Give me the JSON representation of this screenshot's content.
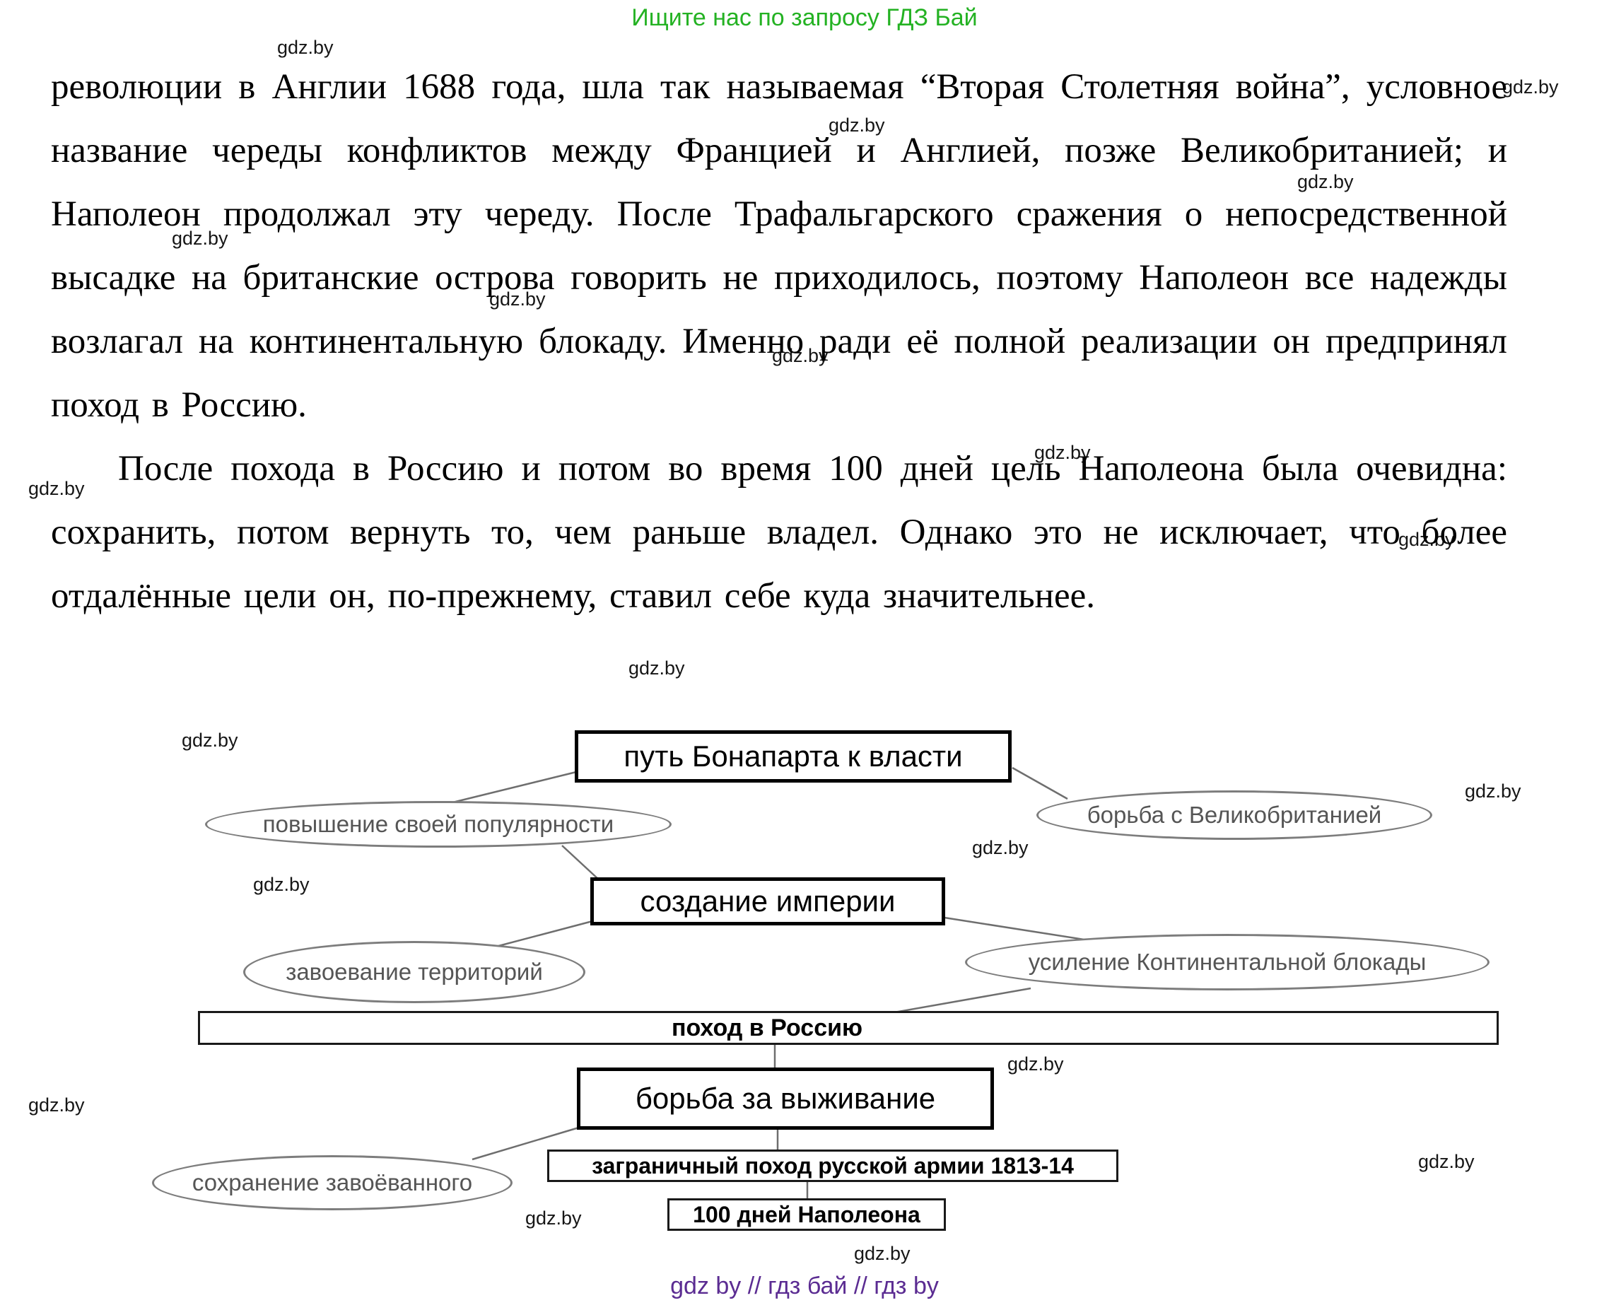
{
  "header": {
    "promo": "Ищите нас по запросу ГДЗ Бай"
  },
  "watermark": {
    "text": "gdz.by"
  },
  "body": {
    "paragraph1": "революции в Англии 1688 года, шла так называемая “Вторая Столетняя война”, условное название череды конфликтов между Францией и Англией, позже Великобританией; и Наполеон продолжал эту череду. После Трафальгарского сражения о непосредственной высадке на британские острова говорить не приходилось, поэтому Наполеон все надежды возлагал на континентальную блокаду. Именно ради её полной реализации он предпринял поход в Россию.",
    "paragraph2": "После похода в Россию и потом во время 100 дней цель Наполеона была очевидна: сохранить, потом вернуть то, чем раньше владел. Однако это не исключает, что более отдалённые цели он, по-прежнему, ставил себе куда значительнее."
  },
  "diagram": {
    "nodes": {
      "path_to_power": {
        "label": "путь Бонапарта к власти"
      },
      "popularity": {
        "label": "повышение своей популярности"
      },
      "britain": {
        "label": "борьба с Великобританией"
      },
      "empire": {
        "label": "создание империи"
      },
      "territories": {
        "label": "завоевание территорий"
      },
      "blockade": {
        "label": "усиление Континентальной блокады"
      },
      "russia_campaign": {
        "label": "поход в Россию"
      },
      "survival": {
        "label": "борьба за выживание"
      },
      "preserve": {
        "label": "сохранение завоёванного"
      },
      "foreign_campaign": {
        "label": "заграничный поход русской армии 1813-14"
      },
      "hundred_days": {
        "label": "100 дней Наполеона"
      }
    }
  },
  "footer": {
    "tags": "gdz by  //  гдз бай  //  гдз by"
  }
}
